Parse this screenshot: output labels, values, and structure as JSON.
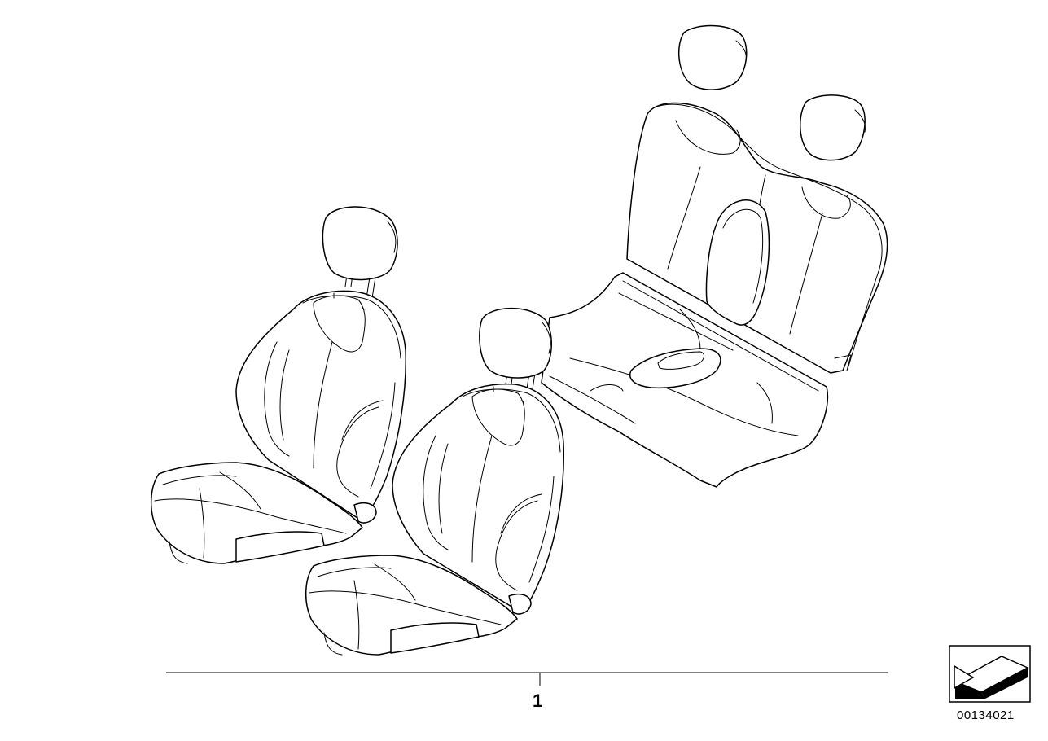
{
  "diagram": {
    "callouts": [
      {
        "label": "1"
      }
    ],
    "image_number": "00134021",
    "parts": [
      "headrest",
      "seat-cushion",
      "seat-backrest",
      "rear-seat-backrest",
      "rear-seat-cushion"
    ]
  },
  "icons": {
    "nav": "arrow-icon"
  }
}
